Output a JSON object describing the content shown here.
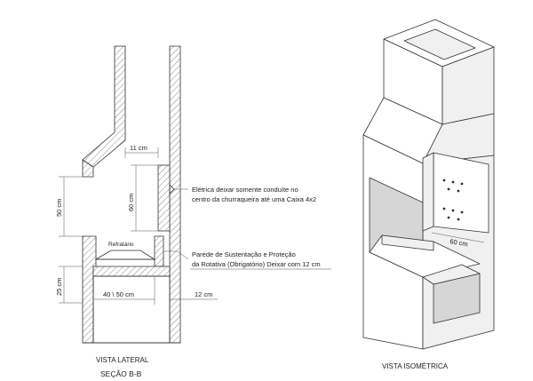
{
  "lateral": {
    "dims": {
      "d11": "11 cm",
      "d60": "60 cm",
      "d50": "50 cm",
      "d25": "25 cm",
      "d40_50": "40 \\ 50 cm",
      "d12": "12 cm"
    },
    "refractory_label": "Refratário",
    "note_electric": [
      "Elétrica deixar somente conduíte no",
      "centro da churraqueira até uma Caixa 4x2"
    ],
    "note_wall": [
      "Parede de Sustentação e Proteção",
      "da Rotativa (Obrigatório) Deixar com 12 cm"
    ],
    "caption": [
      "VISTA LATERAL",
      "SEÇÃO B-B"
    ]
  },
  "isometric": {
    "dim": "60 cm",
    "caption": "VISTA ISOMÉTRICA"
  }
}
